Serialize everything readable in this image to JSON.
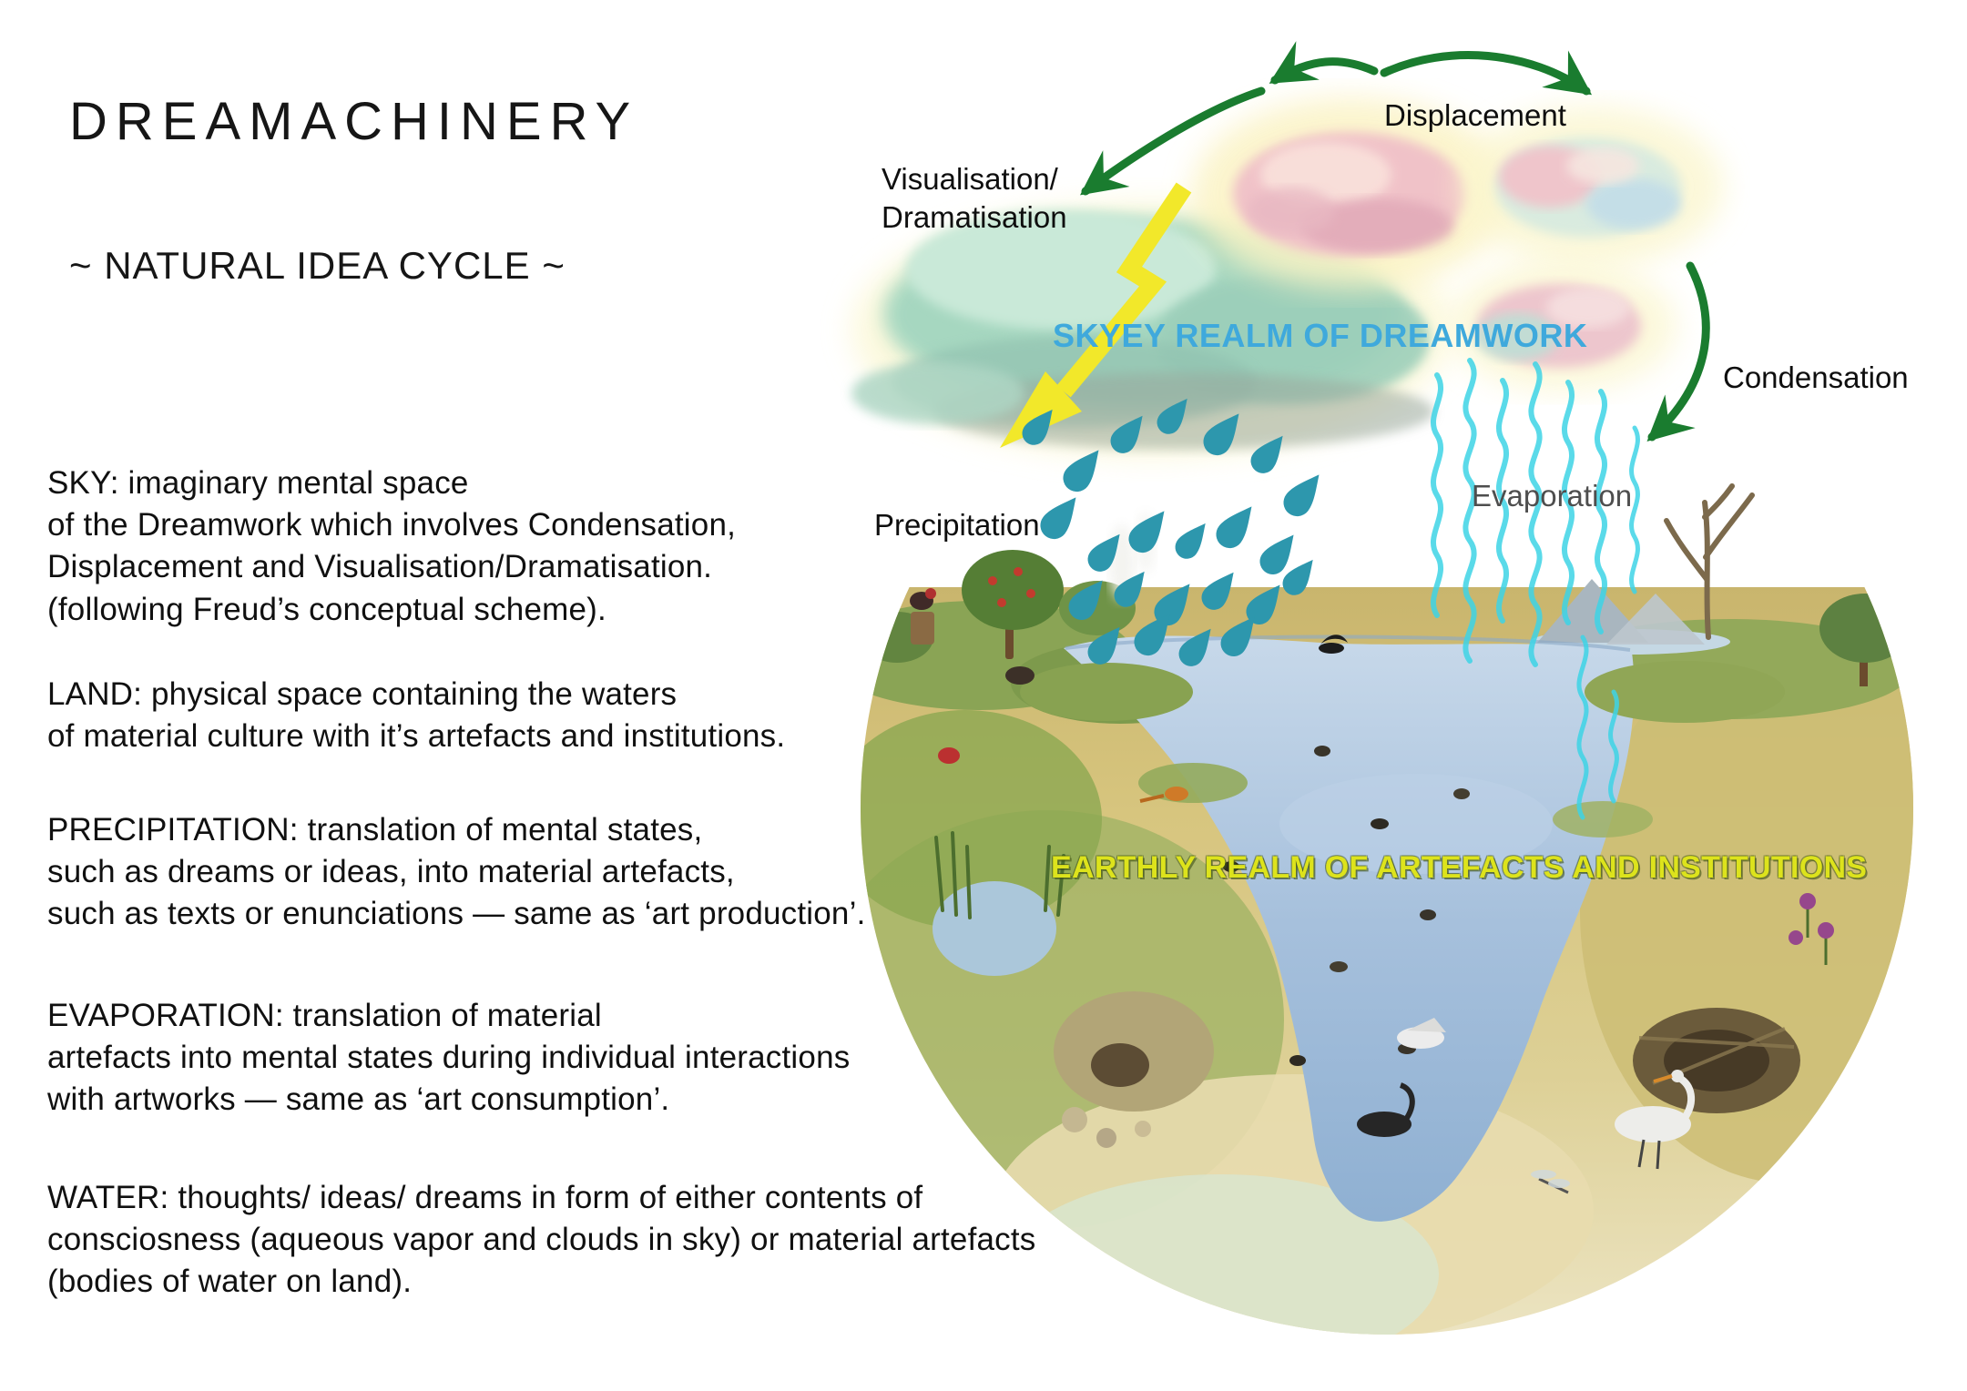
{
  "header": {
    "title": "DREAMACHINERY",
    "subtitle": "~ NATURAL IDEA CYCLE ~"
  },
  "definitions": [
    {
      "id": "sky",
      "text": "SKY: imaginary mental space\nof the Dreamwork which involves Condensation,\nDisplacement and Visualisation/Dramatisation.\n(following Freud’s conceptual scheme)."
    },
    {
      "id": "land",
      "text": "LAND: physical space containing the waters\nof material culture with it’s artefacts and institutions."
    },
    {
      "id": "precipitation",
      "text": "PRECIPITATION: translation of mental states,\nsuch as dreams or ideas, into material artefacts,\nsuch as texts or enunciations — same as ‘art production’."
    },
    {
      "id": "evaporation",
      "text": "EVAPORATION: translation of material\nartefacts into mental states during individual interactions\nwith artworks — same as ‘art consumption’."
    },
    {
      "id": "water",
      "text": "WATER: thoughts/ ideas/ dreams in form of either contents of\nconsciosness (aqueous vapor and clouds in sky) or material artefacts\n(bodies of water on land)."
    }
  ],
  "diagram": {
    "labels": {
      "displacement": "Displacement",
      "visualisation": "Visualisation/\nDramatisation",
      "condensation": "Condensation",
      "skyey_realm": "SKYEY REALM OF DREAMWORK",
      "evaporation": "Evaporation",
      "precipitation": "Precipitation",
      "earthly_realm": "EARTHLY REALM OF ARTEFACTS AND INSTITUTIONS"
    },
    "colors": {
      "skyey_realm_text": "#3fa9dc",
      "earthly_realm_text": "#dde31c",
      "arrow_green": "#1a7c2f",
      "raindrop_teal": "#2d97ad",
      "evaporation_cyan": "#3ed4e6",
      "lightning_yellow": "#f2e82a"
    }
  }
}
